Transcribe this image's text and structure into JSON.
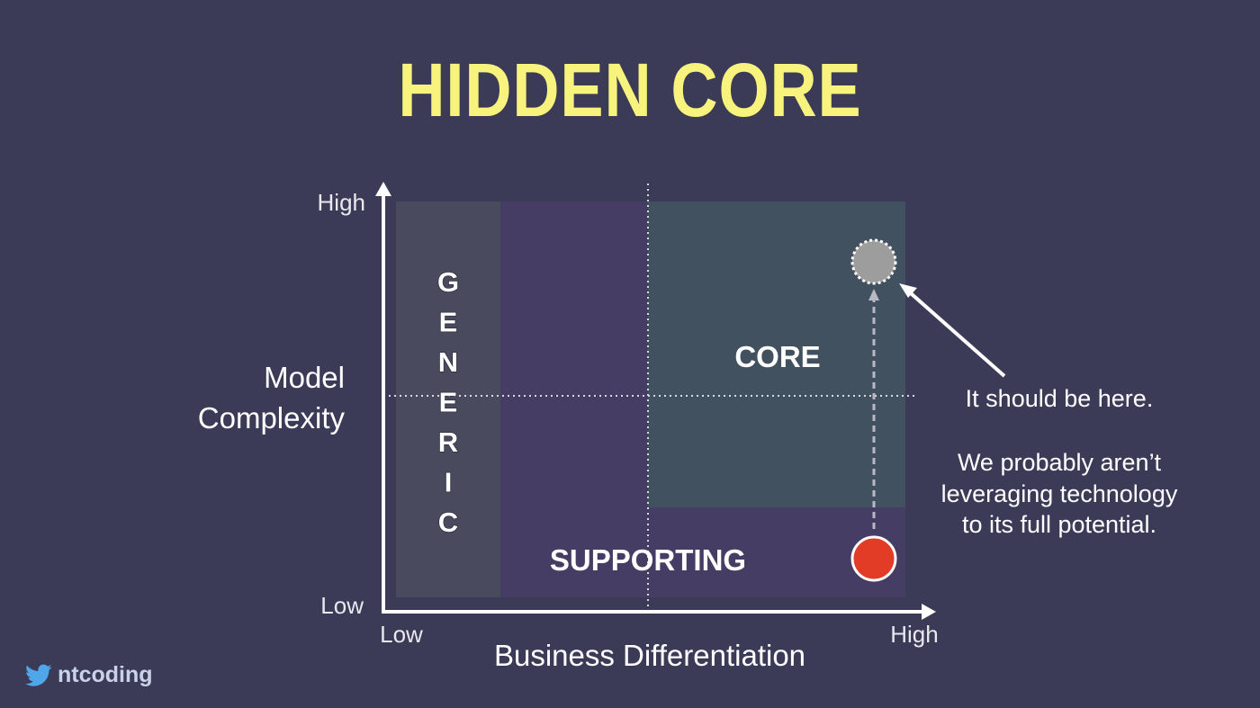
{
  "title": "HIDDEN CORE",
  "axes": {
    "y_label_line1": "Model",
    "y_label_line2": "Complexity",
    "y_high": "High",
    "y_low": "Low",
    "x_label": "Business Differentiation",
    "x_low": "Low",
    "x_high": "High"
  },
  "regions": {
    "generic": "GENERIC",
    "core": "CORE",
    "supporting": "SUPPORTING"
  },
  "annotation": {
    "line1": "It should be here.",
    "line2": "We probably aren’t",
    "line3": "leveraging technology",
    "line4": "to its full potential."
  },
  "colors": {
    "background": "#3c3b57",
    "title": "#f8f37c",
    "generic_region": "#4a4a5e",
    "supporting_region": "#463d65",
    "core_region": "#425160",
    "current_marker": "#e23b26",
    "target_marker": "#9d9d9d"
  },
  "footer": {
    "icon": "twitter-bird-icon",
    "handle": "ntcoding"
  }
}
